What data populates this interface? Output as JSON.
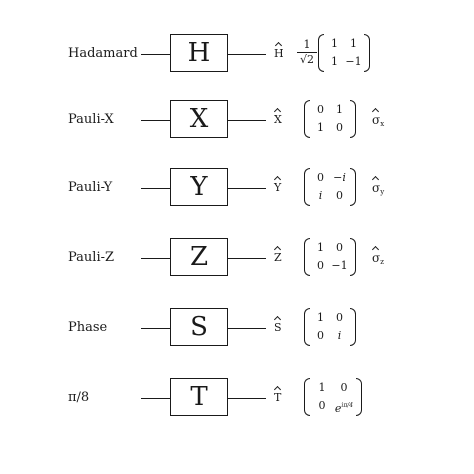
{
  "gates": [
    {
      "name": "Hadamard",
      "symbol": "H",
      "operator": "H",
      "coefficient": {
        "numerator": "1",
        "denominator": "√2"
      },
      "matrix": [
        [
          "1",
          "1"
        ],
        [
          "1",
          "−1"
        ]
      ],
      "sigma": ""
    },
    {
      "name": "Pauli-X",
      "symbol": "X",
      "operator": "X",
      "coefficient": null,
      "matrix": [
        [
          "0",
          "1"
        ],
        [
          "1",
          "0"
        ]
      ],
      "sigma": "x"
    },
    {
      "name": "Pauli-Y",
      "symbol": "Y",
      "operator": "Y",
      "coefficient": null,
      "matrix": [
        [
          "0",
          "−i"
        ],
        [
          "i",
          "0"
        ]
      ],
      "sigma": "y"
    },
    {
      "name": "Pauli-Z",
      "symbol": "Z",
      "operator": "Z",
      "coefficient": null,
      "matrix": [
        [
          "1",
          "0"
        ],
        [
          "0",
          "−1"
        ]
      ],
      "sigma": "z"
    },
    {
      "name": "Phase",
      "symbol": "S",
      "operator": "S",
      "coefficient": null,
      "matrix": [
        [
          "1",
          "0"
        ],
        [
          "0",
          "i"
        ]
      ],
      "sigma": ""
    },
    {
      "name": "π/8",
      "symbol": "T",
      "operator": "T",
      "coefficient": null,
      "matrix": [
        [
          "1",
          "0"
        ],
        [
          "0",
          "e"
        ]
      ],
      "exponent": "iπ/4",
      "sigma": ""
    }
  ]
}
